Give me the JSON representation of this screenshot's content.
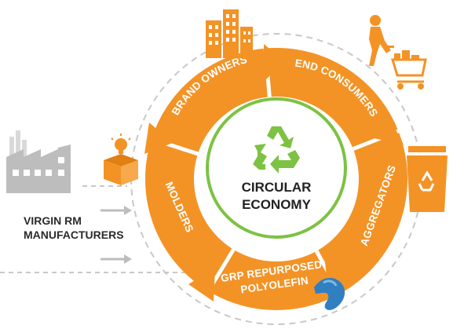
{
  "colors": {
    "orange": "#F39326",
    "orange_dark": "#E07F12",
    "green": "#7DC243",
    "green_dark": "#4E9A2A",
    "grey": "#BDBDBD",
    "grey_light": "#D9D9D9",
    "blue": "#2F7FC1",
    "dash": "#C8C8C8"
  },
  "center": {
    "line1": "CIRCULAR",
    "line2": "ECONOMY",
    "icon": "recycle-icon"
  },
  "segments": [
    {
      "id": "brand-owners",
      "label": "BRAND OWNERS",
      "icon": "building-icon"
    },
    {
      "id": "end-consumers",
      "label": "END CONSUMERS",
      "icon": "shopping-cart-icon"
    },
    {
      "id": "aggregators",
      "label": "AGGREGATORS",
      "icon": "recycle-bin-icon"
    },
    {
      "id": "grp",
      "label_line1": "GRP REPURPOSED",
      "label_line2": "POLYOLEFIN",
      "icon": "polyolefin-shape-icon"
    },
    {
      "id": "molders",
      "label": "MOLDERS",
      "icon": "lightbulb-box-icon"
    }
  ],
  "side": {
    "label_line1": "VIRGIN RM",
    "label_line2": "MANUFACTURERS",
    "icon": "factory-icon"
  }
}
